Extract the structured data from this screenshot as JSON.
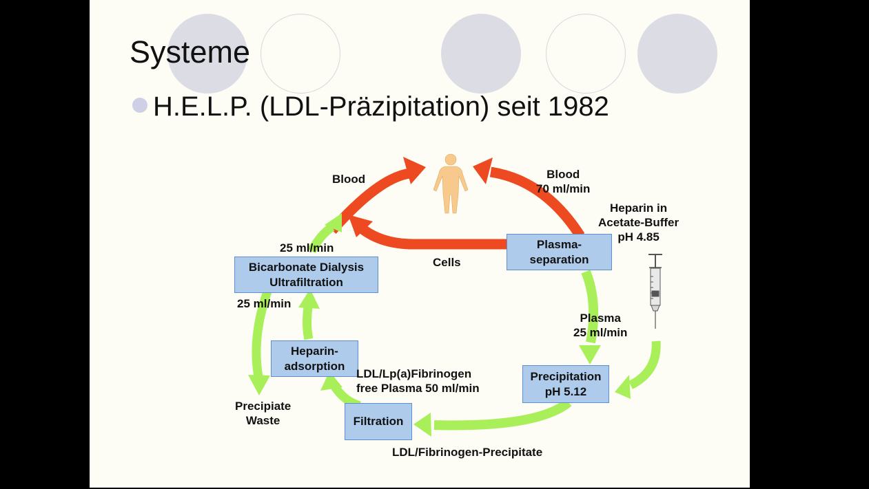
{
  "slide": {
    "title": "Systeme",
    "bullet": "H.E.L.P. (LDL-Präzipitation) seit 1982"
  },
  "diagram": {
    "boxes": {
      "plasma_separation": [
        "Plasma-",
        "separation"
      ],
      "bicarbonate_dialysis": [
        "Bicarbonate Dialysis",
        "Ultrafiltration"
      ],
      "heparin_adsorption": [
        "Heparin-",
        "adsorption"
      ],
      "precipitation": [
        "Precipitation",
        "pH 5.12"
      ],
      "filtration": [
        "Filtration"
      ]
    },
    "labels": {
      "blood_left": "Blood",
      "blood_right": [
        "Blood",
        "70 ml/min"
      ],
      "heparin": [
        "Heparin in",
        "Acetate-Buffer",
        "pH 4.85"
      ],
      "cells": "Cells",
      "rate_top": "25 ml/min",
      "rate_bottom": "25 ml/min",
      "plasma": [
        "Plasma",
        "25 ml/min"
      ],
      "ldl_free": [
        "LDL/Lp(a)Fibrinogen",
        "free Plasma 50 ml/min"
      ],
      "waste": [
        "Precipiate",
        "Waste"
      ],
      "precipitate": "LDL/Fibrinogen-Precipitate"
    },
    "colors": {
      "blood_arrow": "#ee4a22",
      "plasma_arrow": "#a9ef5a",
      "box_fill": "#aecbec",
      "box_border": "#5b8fd0",
      "person": "#f7c98c"
    },
    "icons": [
      "human-figure-icon",
      "syringe-icon"
    ]
  }
}
